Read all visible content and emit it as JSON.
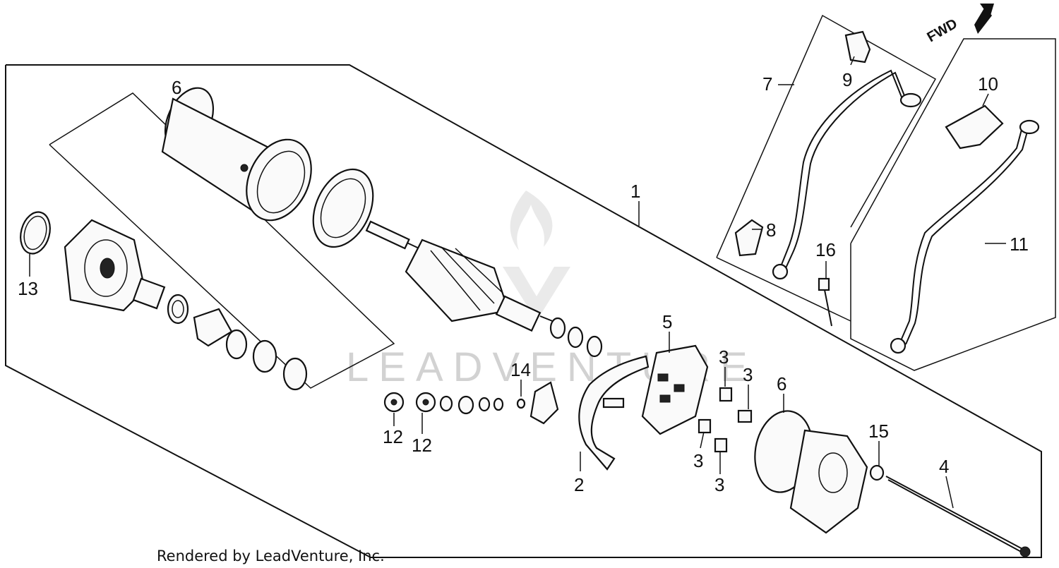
{
  "diagram": {
    "direction_label": "FWD",
    "callouts": {
      "c1": "1",
      "c2": "2",
      "c3a": "3",
      "c3b": "3",
      "c3c": "3",
      "c3d": "3",
      "c4": "4",
      "c5": "5",
      "c6a": "6",
      "c6b": "6",
      "c7": "7",
      "c8": "8",
      "c9": "9",
      "c10": "10",
      "c11": "11",
      "c12a": "12",
      "c12b": "12",
      "c13": "13",
      "c14": "14",
      "c15": "15",
      "c16": "16"
    },
    "credit": "Rendered by LeadVenture, Inc.",
    "watermark": "LEADVENTURE"
  }
}
